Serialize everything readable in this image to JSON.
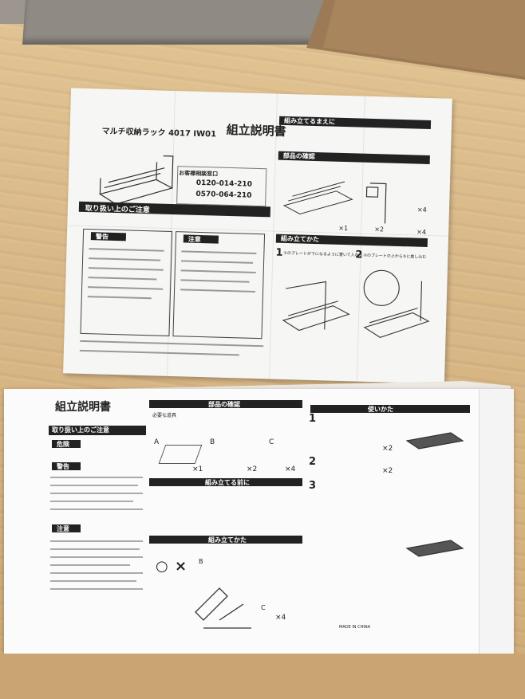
{
  "paper": {
    "title": "組立説明書",
    "product": "マルチ収納ラック 4017 IW01",
    "section_care": "取り扱い上のご注意",
    "section_warning": "警告",
    "section_caution": "注意",
    "section_before": "組み立てるまえに",
    "section_parts": "部品の確認",
    "section_assembly": "組み立てかた",
    "step1": "①のプレートが下になるように置いて入れる",
    "step2": "②のプレートの上から⑤に差し込む",
    "customer_support": "お客様相談窓口",
    "phone1": "0120-014-210",
    "phone2": "0570-064-210",
    "count_x1": "×1",
    "count_x2": "×2",
    "count_x4a": "×4",
    "count_x4b": "×4",
    "num1": "1",
    "num2": "2"
  },
  "box": {
    "title": "組立説明書",
    "section_care": "取り扱い上のご注意",
    "danger": "危険",
    "warning": "警告",
    "caution": "注意",
    "parts": "部品の確認",
    "before": "組み立てる前に",
    "assembly": "組み立てかた",
    "usage": "使いかた",
    "tools": "必要な道具",
    "count_x1": "×1",
    "count_x2": "×2",
    "count_x4": "×4",
    "count_x2b": "×2",
    "count_x2c": "×2",
    "count_x4b": "×4",
    "label_a": "A",
    "label_b": "B",
    "label_c": "C",
    "step1": "1",
    "step2": "2",
    "step3": "3",
    "made_in": "MADE IN CHINA",
    "ok": "○",
    "ng": "×"
  }
}
